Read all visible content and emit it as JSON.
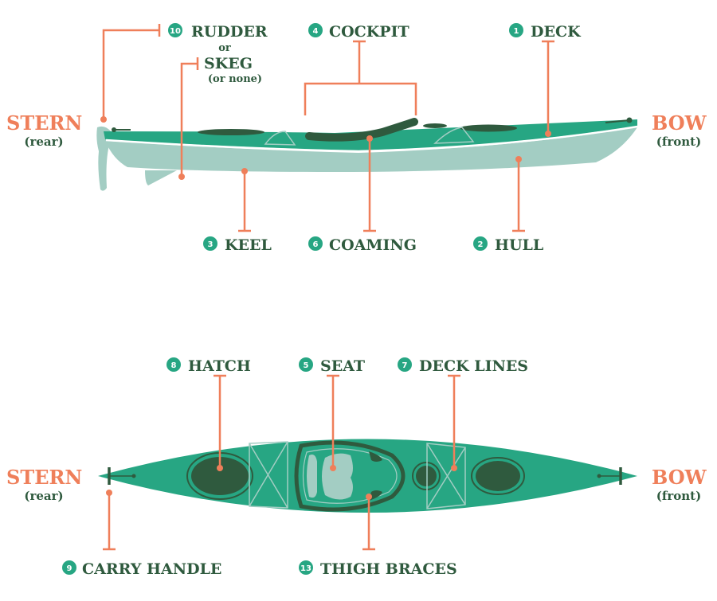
{
  "colors": {
    "accent": "#ef7f5a",
    "dark": "#2f5a3e",
    "deck": "#27a683",
    "hull": "#a3cdc3"
  },
  "side_view": {
    "stern": {
      "label": "STERN",
      "sub": "(rear)"
    },
    "bow": {
      "label": "BOW",
      "sub": "(front)"
    },
    "parts": {
      "rudder": {
        "num": "10",
        "label": "RUDDER",
        "or": "or"
      },
      "skeg": {
        "label": "SKEG",
        "sub": "(or none)"
      },
      "cockpit": {
        "num": "4",
        "label": "COCKPIT"
      },
      "deck": {
        "num": "1",
        "label": "DECK"
      },
      "keel": {
        "num": "3",
        "label": "KEEL"
      },
      "coaming": {
        "num": "6",
        "label": "COAMING"
      },
      "hull": {
        "num": "2",
        "label": "HULL"
      }
    }
  },
  "top_view": {
    "stern": {
      "label": "STERN",
      "sub": "(rear)"
    },
    "bow": {
      "label": "BOW",
      "sub": "(front)"
    },
    "parts": {
      "hatch": {
        "num": "8",
        "label": "HATCH"
      },
      "seat": {
        "num": "5",
        "label": "SEAT"
      },
      "deck_lines": {
        "num": "7",
        "label": "DECK LINES"
      },
      "carry_handle": {
        "num": "9",
        "label": "CARRY HANDLE"
      },
      "thigh_braces": {
        "num": "13",
        "label": "THIGH BRACES"
      }
    }
  }
}
